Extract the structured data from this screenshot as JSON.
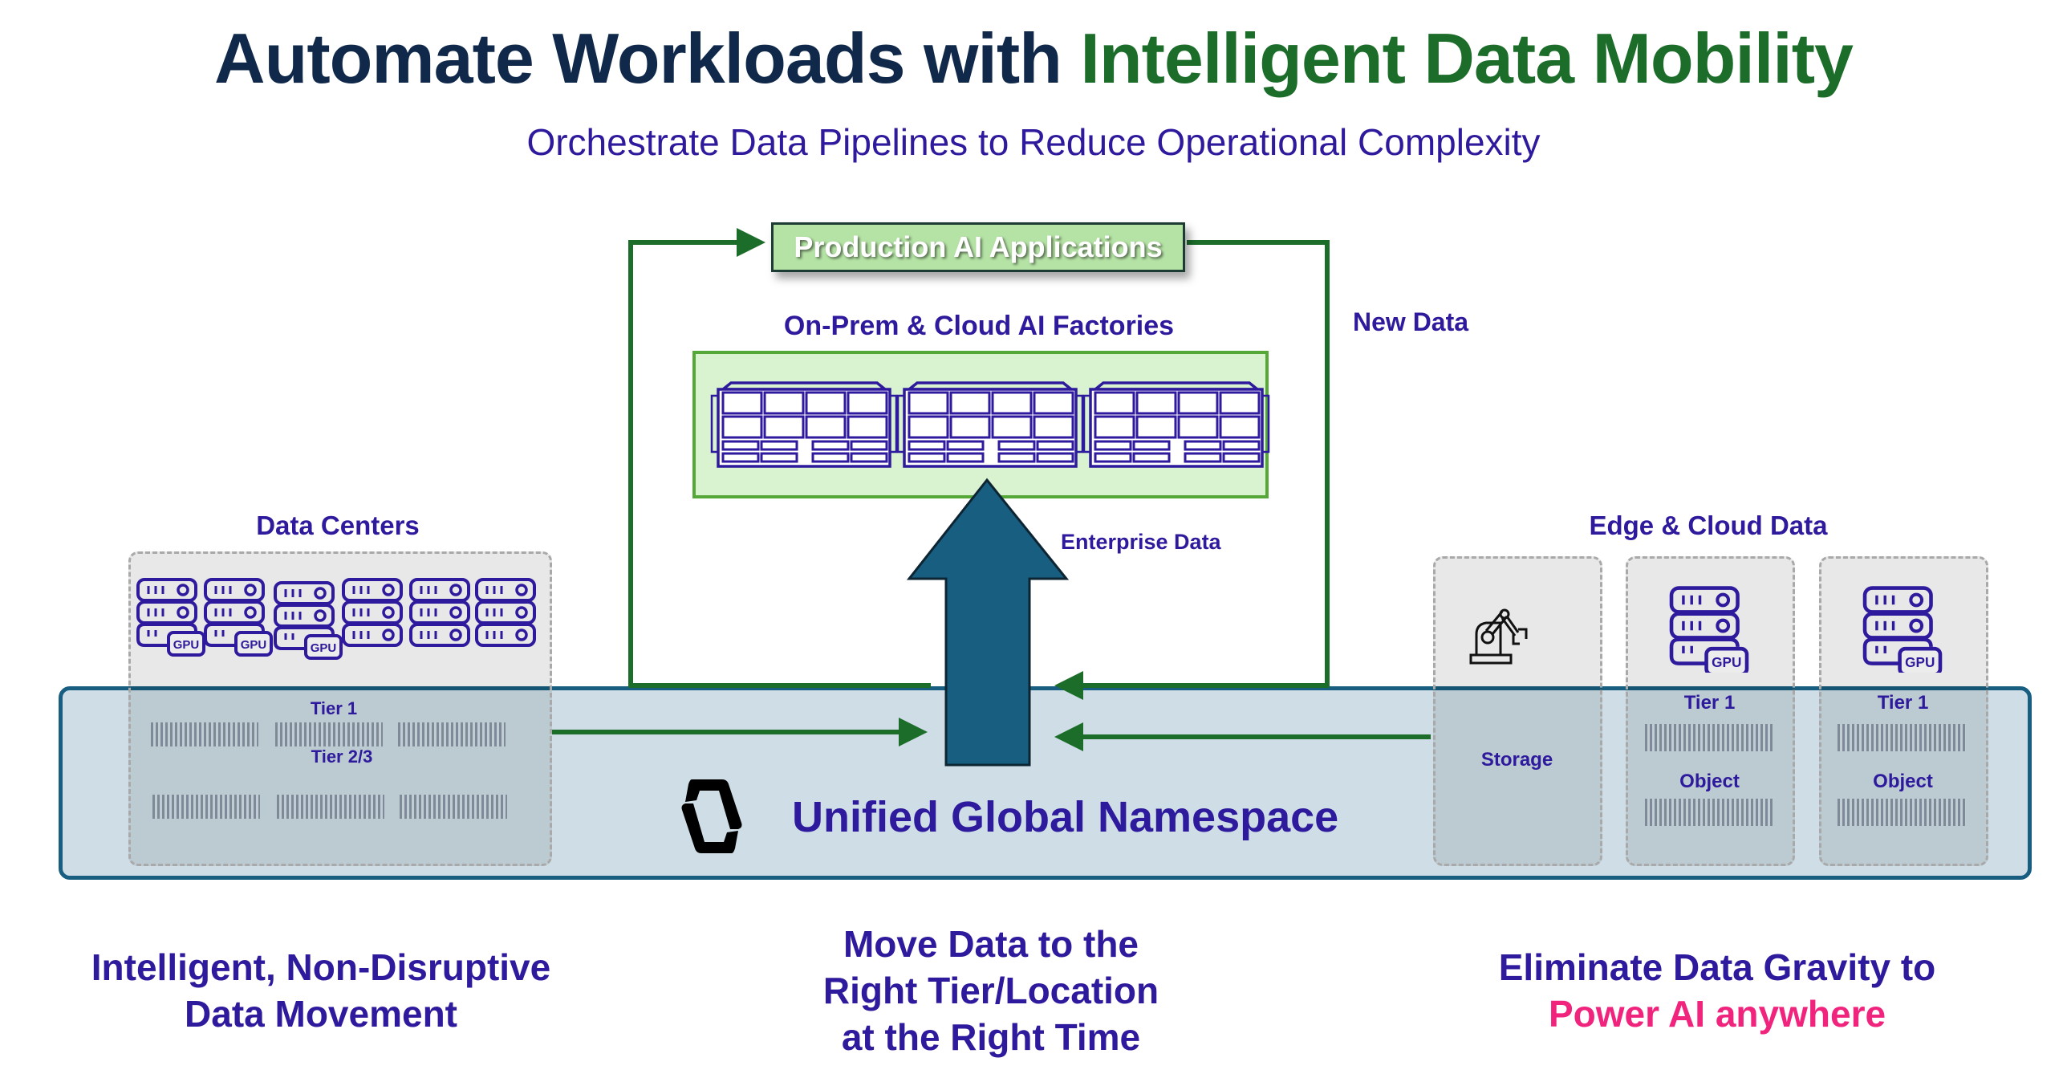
{
  "header": {
    "title_part1": "Automate Workloads with ",
    "title_part2": "Intelligent Data Mobility",
    "subtitle": "Orchestrate Data Pipelines to Reduce Operational Complexity"
  },
  "center": {
    "production_apps": "Production AI Applications",
    "factories_label": "On-Prem & Cloud AI Factories",
    "new_data_label": "New Data",
    "enterprise_data_label": "Enterprise Data",
    "namespace_label": "Unified Global Namespace"
  },
  "data_centers": {
    "label": "Data Centers",
    "servers": [
      {
        "gpu": true,
        "gpu_label": "GPU"
      },
      {
        "gpu": true,
        "gpu_label": "GPU"
      },
      {
        "gpu": true,
        "gpu_label": "GPU"
      },
      {
        "gpu": false
      },
      {
        "gpu": false
      },
      {
        "gpu": false
      }
    ],
    "tier1_label": "Tier 1",
    "tier23_label": "Tier 2/3"
  },
  "edge": {
    "label": "Edge & Cloud Data",
    "columns": [
      {
        "icon": "robot-arm-icon",
        "storage_label": "Storage"
      },
      {
        "icon": "gpu-server-icon",
        "gpu_label": "GPU",
        "tier_label": "Tier 1",
        "object_label": "Object"
      },
      {
        "icon": "gpu-server-icon",
        "gpu_label": "GPU",
        "tier_label": "Tier 1",
        "object_label": "Object"
      }
    ]
  },
  "footer": {
    "left_line1": "Intelligent, Non-Disruptive",
    "left_line2": "Data Movement",
    "center_line1": "Move Data to the",
    "center_line2": "Right Tier/Location",
    "center_line3": "at the Right Time",
    "right_line1": "Eliminate Data Gravity to",
    "right_line2": "Power AI anywhere"
  },
  "colors": {
    "title_dark": "#10294a",
    "title_green": "#1c6d2a",
    "label_purple": "#2e1a9c",
    "flow_green": "#1c6d2a",
    "arrow_blue": "#185e80",
    "accent_pink": "#f0237d"
  }
}
